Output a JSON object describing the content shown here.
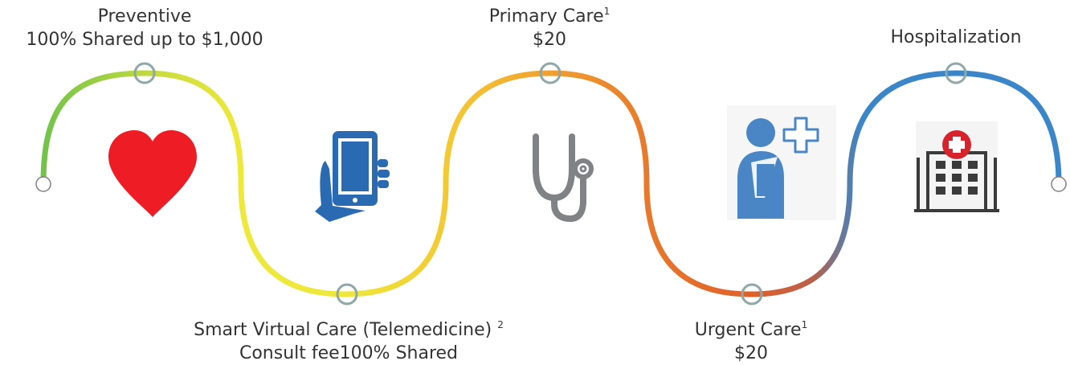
{
  "stages": {
    "preventive": {
      "title": "Preventive",
      "detail": "100% Shared up to $1,000",
      "icon": "heart-icon"
    },
    "telemedicine": {
      "title": "Smart Virtual Care (Telemedicine)",
      "footnote": "2",
      "detail": "Consult fee100% Shared",
      "icon": "tablet-in-hand-icon"
    },
    "primary_care": {
      "title": "Primary Care",
      "footnote": "1",
      "detail": "$20",
      "icon": "stethoscope-icon"
    },
    "urgent_care": {
      "title": "Urgent Care",
      "footnote": "1",
      "detail": "$20",
      "icon": "injured-person-icon"
    },
    "hospitalization": {
      "title": "Hospitalization",
      "icon": "hospital-icon"
    }
  },
  "colors": {
    "green": "#6cc24a",
    "yellow": "#eee83a",
    "orange": "#f0a030",
    "red_orange": "#e0602a",
    "blue": "#3a86c8",
    "node_ring": "#8fa7a8",
    "heart": "#ee1c25",
    "icon_blue": "#2a6ab2",
    "icon_gray": "#808285",
    "icon_dark": "#3b3b3b",
    "hospital_red": "#d7232b"
  }
}
